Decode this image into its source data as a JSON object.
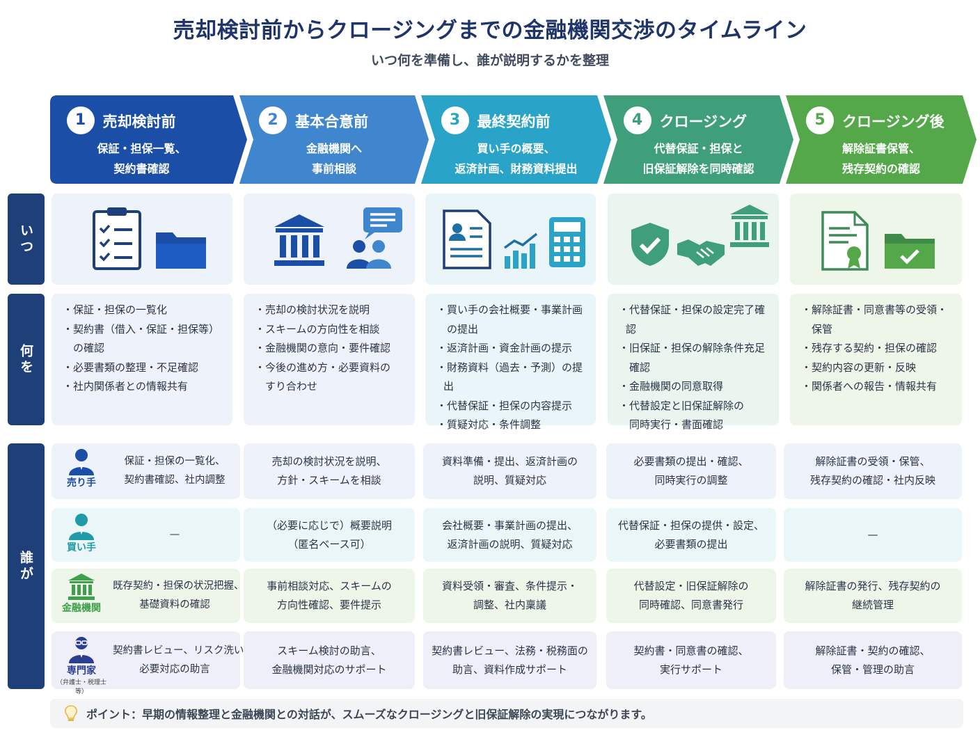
{
  "title": "売却検討前からクロージングまでの金融機関交渉のタイムライン",
  "subtitle": "いつ何を準備し、誰が説明するかを整理",
  "row_labels": {
    "when": "いつ",
    "what": "何を",
    "who": "誰が"
  },
  "steps": [
    {
      "num": "1",
      "head": "売却検討前",
      "desc1": "保証・担保一覧、",
      "desc2": "契約書確認",
      "color": "#1b4ea6"
    },
    {
      "num": "2",
      "head": "基本合意前",
      "desc1": "金融機関へ",
      "desc2": "事前相談",
      "color": "#3f86cf"
    },
    {
      "num": "3",
      "head": "最終契約前",
      "desc1": "買い手の概要、",
      "desc2": "返済計画、財務資料提出",
      "color": "#2aa3c8"
    },
    {
      "num": "4",
      "head": "クロージング",
      "desc1": "代替保証・担保と",
      "desc2": "旧保証解除を同時確認",
      "color": "#3f9f7a"
    },
    {
      "num": "5",
      "head": "クロージング後",
      "desc1": "解除証書保管、",
      "desc2": "残存契約の確認",
      "color": "#55a84a"
    }
  ],
  "what": [
    [
      "・保証・担保の一覧化",
      "・契約書（借入・保証・担保等）",
      "　の確認",
      "・必要書類の整理・不足確認",
      "・社内関係者との情報共有"
    ],
    [
      "・売却の検討状況を説明",
      "・スキームの方向性を相談",
      "・金融機関の意向・要件確認",
      "・今後の進め方・必要資料の",
      "　すり合わせ"
    ],
    [
      "・買い手の会社概要・事業計画",
      "　の提出",
      "・返済計画・資金計画の提示",
      "・財務資料（過去・予測）の提出",
      "・代替保証・担保の内容提示",
      "・質疑対応・条件調整"
    ],
    [
      "・代替保証・担保の設定完了確認",
      "・旧保証・担保の解除条件充足",
      "　確認",
      "・金融機関の同意取得",
      "・代替設定と旧保証解除の",
      "　同時実行・書面確認"
    ],
    [
      "・解除証書・同意書等の受領・",
      "　保管",
      "・残存する契約・担保の確認",
      "・契約内容の更新・反映",
      "・関係者への報告・情報共有"
    ]
  ],
  "actors": [
    {
      "label": "売り手",
      "sub": "",
      "color": "#1b4ea6"
    },
    {
      "label": "買い手",
      "sub": "",
      "color": "#1f9aa8"
    },
    {
      "label": "金融機関",
      "sub": "",
      "color": "#3f9f4a"
    },
    {
      "label": "専門家",
      "sub": "（弁護士・税理士等）",
      "color": "#2c3e8f"
    }
  ],
  "who": [
    [
      "保証・担保の一覧化、\n契約書確認、社内調整",
      "売却の検討状況を説明、\n方針・スキームを相談",
      "資料準備・提出、返済計画の\n説明、質疑対応",
      "必要書類の提出・確認、\n同時実行の調整",
      "解除証書の受領・保管、\n残存契約の確認・社内反映"
    ],
    [
      "—",
      "（必要に応じで）概要説明\n（匿名ベース可）",
      "会社概要・事業計画の提出、\n返済計画の説明、質疑対応",
      "代替保証・担保の提供・設定、\n必要書類の提出",
      "—"
    ],
    [
      "既存契約・担保の状況把握、\n基礎資料の確認",
      "事前相談対応、スキームの\n方向性確認、要件提示",
      "資料受領・審査、条件提示・\n調整、社内稟議",
      "代替設定・旧保証解除の\n同時確認、同意書発行",
      "解除証書の発行、残存契約の\n継続管理"
    ],
    [
      "契約書レビュー、リスク洗い出し、\n必要対応の助言",
      "スキーム検討の助言、\n金融機関対応のサポート",
      "契約書レビュー、法務・税務面の\n助言、資料作成サポート",
      "契約書・同意書の確認、\n実行サポート",
      "解除証書・契約の確認、\n保管・管理の助言"
    ]
  ],
  "point": "ポイント：早期の情報整理と金融機関との対話が、スムーズなクロージングと旧保証解除の実現につながります。"
}
